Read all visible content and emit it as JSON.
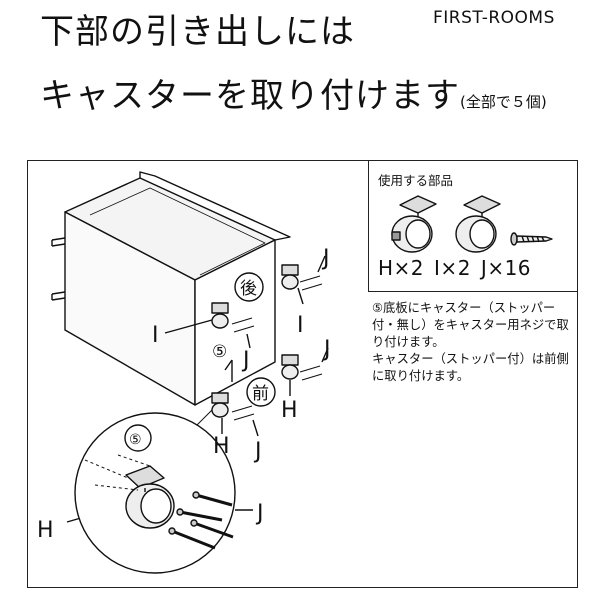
{
  "header": {
    "title_line1": "下部の引き出しには",
    "title_line2": "キャスターを取り付けます",
    "title_note": "(全部で５個)",
    "brand": "FIRST-ROOMS"
  },
  "parts": {
    "title": "使用する部品",
    "labels": [
      "H×2",
      "I×2",
      "J×16"
    ]
  },
  "instructions": [
    "⑤底板にキャスター（ストッパー付・無し）をキャスター用ネジで取り付けます。",
    "キャスター（ストッパー付）は前側に取り付けます。"
  ],
  "diagram": {
    "back_label": "後",
    "front_label": "前",
    "step_number": "⑤",
    "callouts": {
      "i_left": "I",
      "i_right": "I",
      "h_front_right": "H",
      "h_front_left": "H",
      "h_detail": "H",
      "j_back_right": "J",
      "j_mid_left": "J",
      "j_mid_right": "J",
      "j_front": "J",
      "j_detail": "J"
    }
  }
}
